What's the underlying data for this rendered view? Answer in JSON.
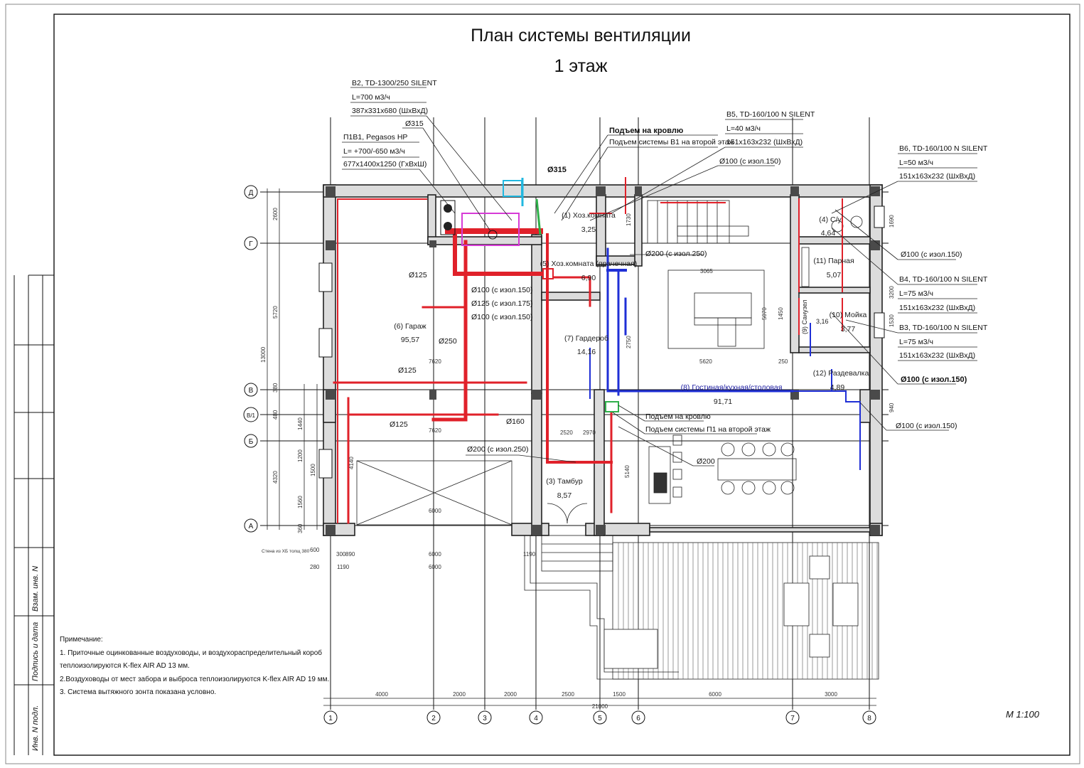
{
  "title": {
    "line1": "План системы вентиляции",
    "line2": "1 этаж"
  },
  "scale": "М 1:100",
  "stamp": [
    "Инв. N подл.",
    "Подпись и дата",
    "Взам. инв. N"
  ],
  "grid": {
    "rows": [
      "Д",
      "Г",
      "В",
      "В/1",
      "Б",
      "А"
    ],
    "cols": [
      "1",
      "2",
      "3",
      "4",
      "5",
      "6",
      "7",
      "8"
    ],
    "col_spans": [
      "4000",
      "2000",
      "2000",
      "2500",
      "1500",
      "6000",
      "3000"
    ],
    "total_width": "21000"
  },
  "rooms": [
    {
      "name": "(6) Гараж",
      "area": "95,57"
    },
    {
      "name": "(1) Хоз.комната",
      "area": "3,25"
    },
    {
      "name": "(5) Хоз.комната (прачечная)",
      "area": "6,90"
    },
    {
      "name": "(7) Гардероб",
      "area": "14,16"
    },
    {
      "name": "(8) Гостиная/кухная/столовая",
      "area": "91,71"
    },
    {
      "name": "(3) Тамбур",
      "area": "8,57"
    },
    {
      "name": "(11) Парная",
      "area": "5,07"
    },
    {
      "name": "(10) Мойка",
      "area": "3,77"
    },
    {
      "name": "(9) Санузел",
      "area": "3,16"
    },
    {
      "name": "(12) Раздевалка",
      "area": "4,89"
    },
    {
      "name": "(4) С/у",
      "area": "4,64"
    }
  ],
  "callouts": {
    "b2": [
      "В2, TD-1300/250 SILENT",
      "L=700 м3/ч",
      "387х331х680 (ШхВхД)"
    ],
    "p1v1": [
      "П1В1, Pegasos HP",
      "L= +700/-650 м3/ч",
      "677х1400х1250 (ГхВхШ)"
    ],
    "d315a": "Ø315",
    "d315b": "Ø315",
    "roof1": "Подъем на кровлю",
    "roof1b": "Подъем системы В1 на второй этаж",
    "b5": [
      "В5, TD-160/100 N SILENT",
      "L=40 м3/ч",
      "151х163х232 (ШхВхД)"
    ],
    "d100a": "Ø100 (с изол.150)",
    "b6": [
      "В6, TD-160/100 N SILENT",
      "L=50 м3/ч",
      "151х163х232 (ШхВхД)"
    ],
    "d100b": "Ø100 (с изол.150)",
    "b4": [
      "В4, TD-160/100 N SILENT",
      "L=75 м3/ч",
      "151х163х232 (ШхВхД)"
    ],
    "b3": [
      "В3, TD-160/100 N SILENT",
      "L=75 м3/ч",
      "151х163х232 (ШхВхД)"
    ],
    "d100c": "Ø100 (с изол.150)",
    "d100d": "Ø100 (с изол.150)",
    "d200a": "Ø200 (с изол.250)",
    "d125a": "Ø125",
    "d100e": "Ø100 (с изол.150)",
    "d125b": "Ø125 (с изол.175)",
    "d100f": "Ø100 (с изол.150)",
    "d250": "Ø250",
    "d125c": "Ø125",
    "d125d": "Ø125",
    "d160": "Ø160",
    "roof2": "Подъем на кровлю",
    "roof2b": "Подъем системы П1 на второй этаж",
    "d200b": "Ø200 (с изол.250)",
    "d200c": "Ø200",
    "wall_note": "Стена из ХБ толщ 380"
  },
  "dims": {
    "v_left": [
      "2600",
      "5720",
      "13000",
      "380",
      "480",
      "1440",
      "4320",
      "1200",
      "1500",
      "1560",
      "360"
    ],
    "garage": [
      "7620",
      "7620",
      "6000",
      "6000",
      "6000",
      "1190",
      "300",
      "890",
      "600",
      "280",
      "1190"
    ],
    "misc": [
      "3065",
      "2520",
      "5620",
      "250",
      "1730",
      "2750",
      "5140",
      "4140",
      "1450",
      "5070",
      "1690",
      "1530",
      "940",
      "3200",
      "2970"
    ]
  },
  "notes": {
    "header": "Примечание:",
    "lines": [
      "1. Приточные оцинкованные воздуховоды, и воздухораспределительный короб",
      "теплоизолируются K-flex AIR AD 13 мм.",
      "2.Воздуховоды от мест забора и выброса теплоизолируются K-flex AIR AD 19 мм.",
      "3. Система вытяжного зонта показана условно."
    ]
  },
  "colors": {
    "supply": "#e0212a",
    "exhaust": "#1f2fd6",
    "unit": "#d63bd6",
    "fresh": "#21b8e0",
    "green": "#2fb04a"
  }
}
